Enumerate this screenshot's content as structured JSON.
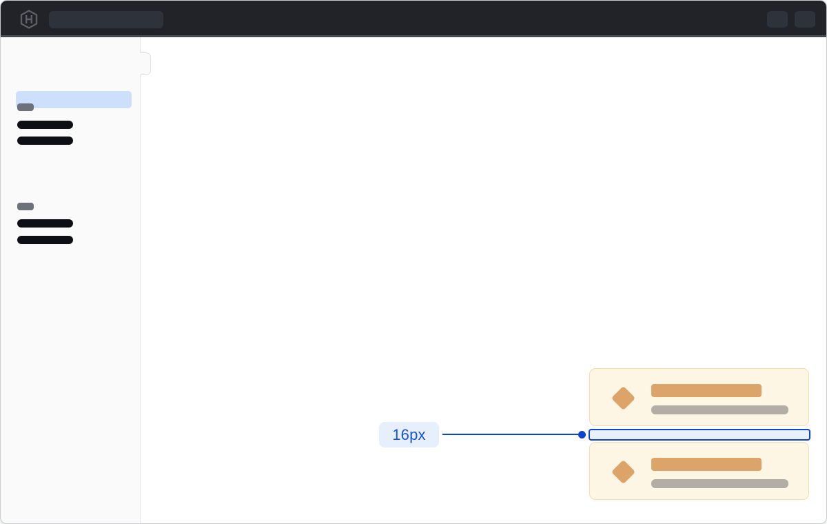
{
  "annotation": {
    "label": "16px"
  },
  "navbar": {
    "logo_icon": "hashicorp-hexagon-h",
    "skeletons": {
      "search_placeholder_pill": true,
      "action_button_pills": 2
    },
    "colors": {
      "background": "#212329",
      "border_bottom": "#45484e",
      "skeleton": "#2e323a"
    }
  },
  "sidebar": {
    "active_item_skeleton": {
      "color": "#cde0fb"
    },
    "groups": [
      {
        "section_label_pill": "#6c717a",
        "link_bars": [
          "#0d0f14",
          "#0d0f14"
        ]
      },
      {
        "section_label_pill": "#6c717a",
        "link_bars": [
          "#0d0f14",
          "#0d0f14"
        ]
      }
    ],
    "toggle_notch": true,
    "colors": {
      "background": "#fafafa",
      "border": "#e3e5e8"
    }
  },
  "cards": [
    {
      "icon": "diamond",
      "title_bar_color": "#dca469",
      "text_bar_color": "#b2aea6"
    },
    {
      "icon": "diamond",
      "title_bar_color": "#dca469",
      "text_bar_color": "#b2aea6"
    }
  ],
  "card_colors": {
    "background": "#fdf6e4",
    "border": "#f2ddae"
  },
  "annotation_colors": {
    "accent_blue": "#0c45cf",
    "badge_background": "#e8effc",
    "badge_text": "#1452e0",
    "gap_fill": "#e9f1fd"
  }
}
